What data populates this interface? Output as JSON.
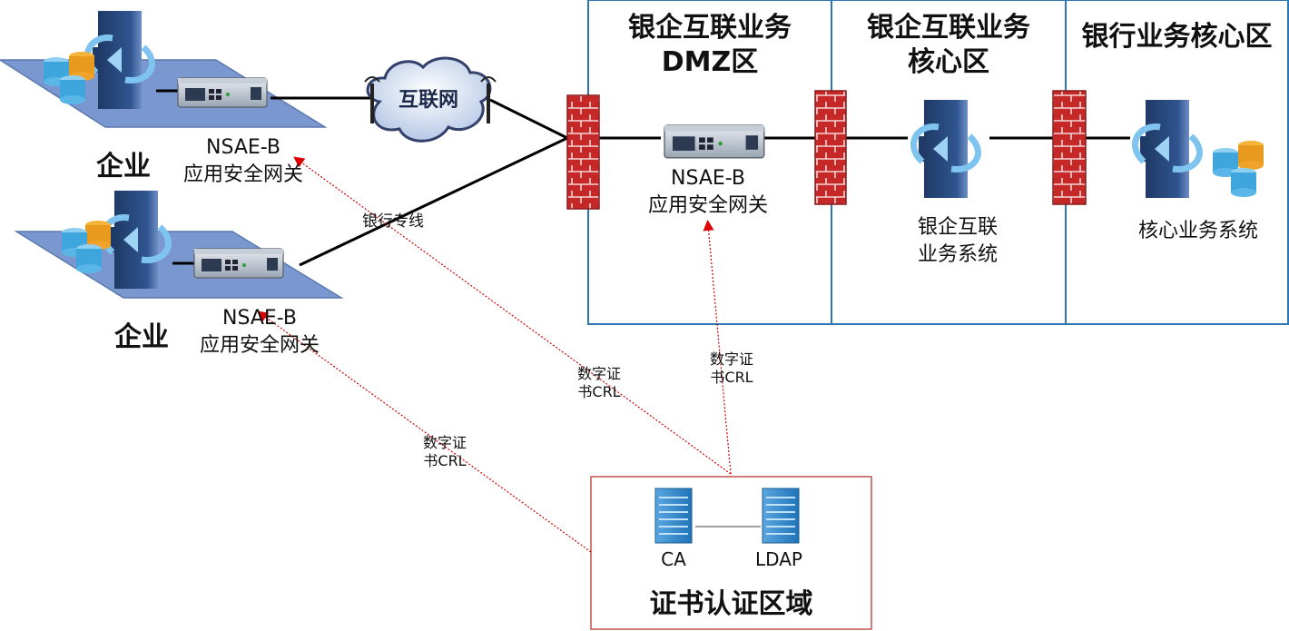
{
  "cloud": {
    "label": "互联网"
  },
  "enterprises": [
    {
      "label": "企业",
      "gateway_model": "NSAE-B",
      "gateway_name": "应用安全网关"
    },
    {
      "label": "企业",
      "gateway_model": "NSAE-B",
      "gateway_name": "应用安全网关"
    }
  ],
  "links": {
    "bank_line": "银行专线"
  },
  "zones": [
    {
      "title_line1": "银企互联业务",
      "title_line2": "DMZ区",
      "device_model": "NSAE-B",
      "device_name": "应用安全网关"
    },
    {
      "title_line1": "银企互联业务",
      "title_line2": "核心区",
      "system_line1": "银企互联",
      "system_line2": "业务系统"
    },
    {
      "title": "银行业务核心区",
      "system": "核心业务系统"
    }
  ],
  "cert_flows": [
    {
      "line1": "数字证",
      "line2": "书CRL"
    },
    {
      "line1": "数字证",
      "line2": "书CRL"
    },
    {
      "line1": "数字证",
      "line2": "书CRL"
    }
  ],
  "cert_area": {
    "title": "证书认证区域",
    "servers": [
      "CA",
      "LDAP"
    ]
  },
  "colors": {
    "zone_border": "#2e75b6",
    "cert_border": "#c0504d",
    "firewall": "#c0272d",
    "platform": "#6f90c8",
    "server_dark": "#2b4a7a",
    "arrow": "#cc0000"
  }
}
